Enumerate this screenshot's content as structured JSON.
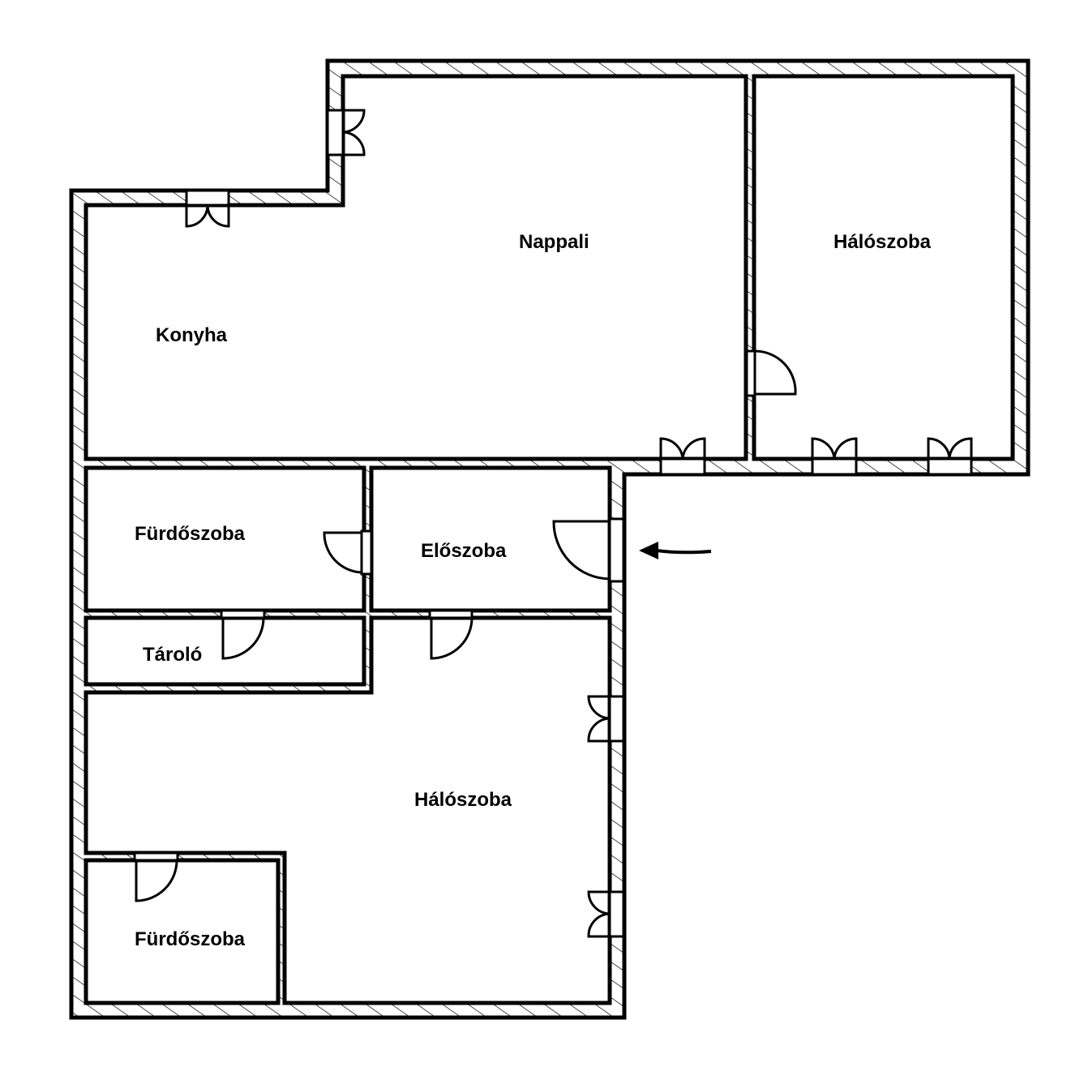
{
  "floor_plan": {
    "rooms": {
      "living_room": "Nappali",
      "bedroom_1": "Hálószoba",
      "kitchen": "Konyha",
      "bathroom_1": "Fürdőszoba",
      "hall": "Előszoba",
      "storage": "Tároló",
      "bedroom_2": "Hálószoba",
      "bathroom_2": "Fürdőszoba"
    }
  }
}
